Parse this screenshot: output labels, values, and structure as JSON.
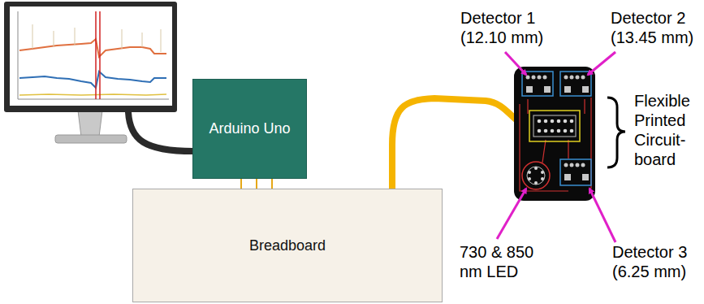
{
  "diagram": {
    "nodes": [
      {
        "text": [
          "Arduino Uno"
        ]
      },
      {
        "text": [
          "Breadboard"
        ]
      }
    ],
    "edges": [
      {
        "from": 0,
        "to": 1,
        "arrow": "none"
      },
      {
        "from": 0,
        "to": 1,
        "arrow": "none"
      },
      {
        "from": 0,
        "to": 1,
        "arrow": "none"
      }
    ],
    "labels": [
      "Detector 1 (12.10 mm)",
      "Detector 2 (13.45 mm)",
      "Flexible Printed Circuit-board",
      "730 & 850 nm LED",
      "Detector 3 (6.25 mm)"
    ]
  }
}
